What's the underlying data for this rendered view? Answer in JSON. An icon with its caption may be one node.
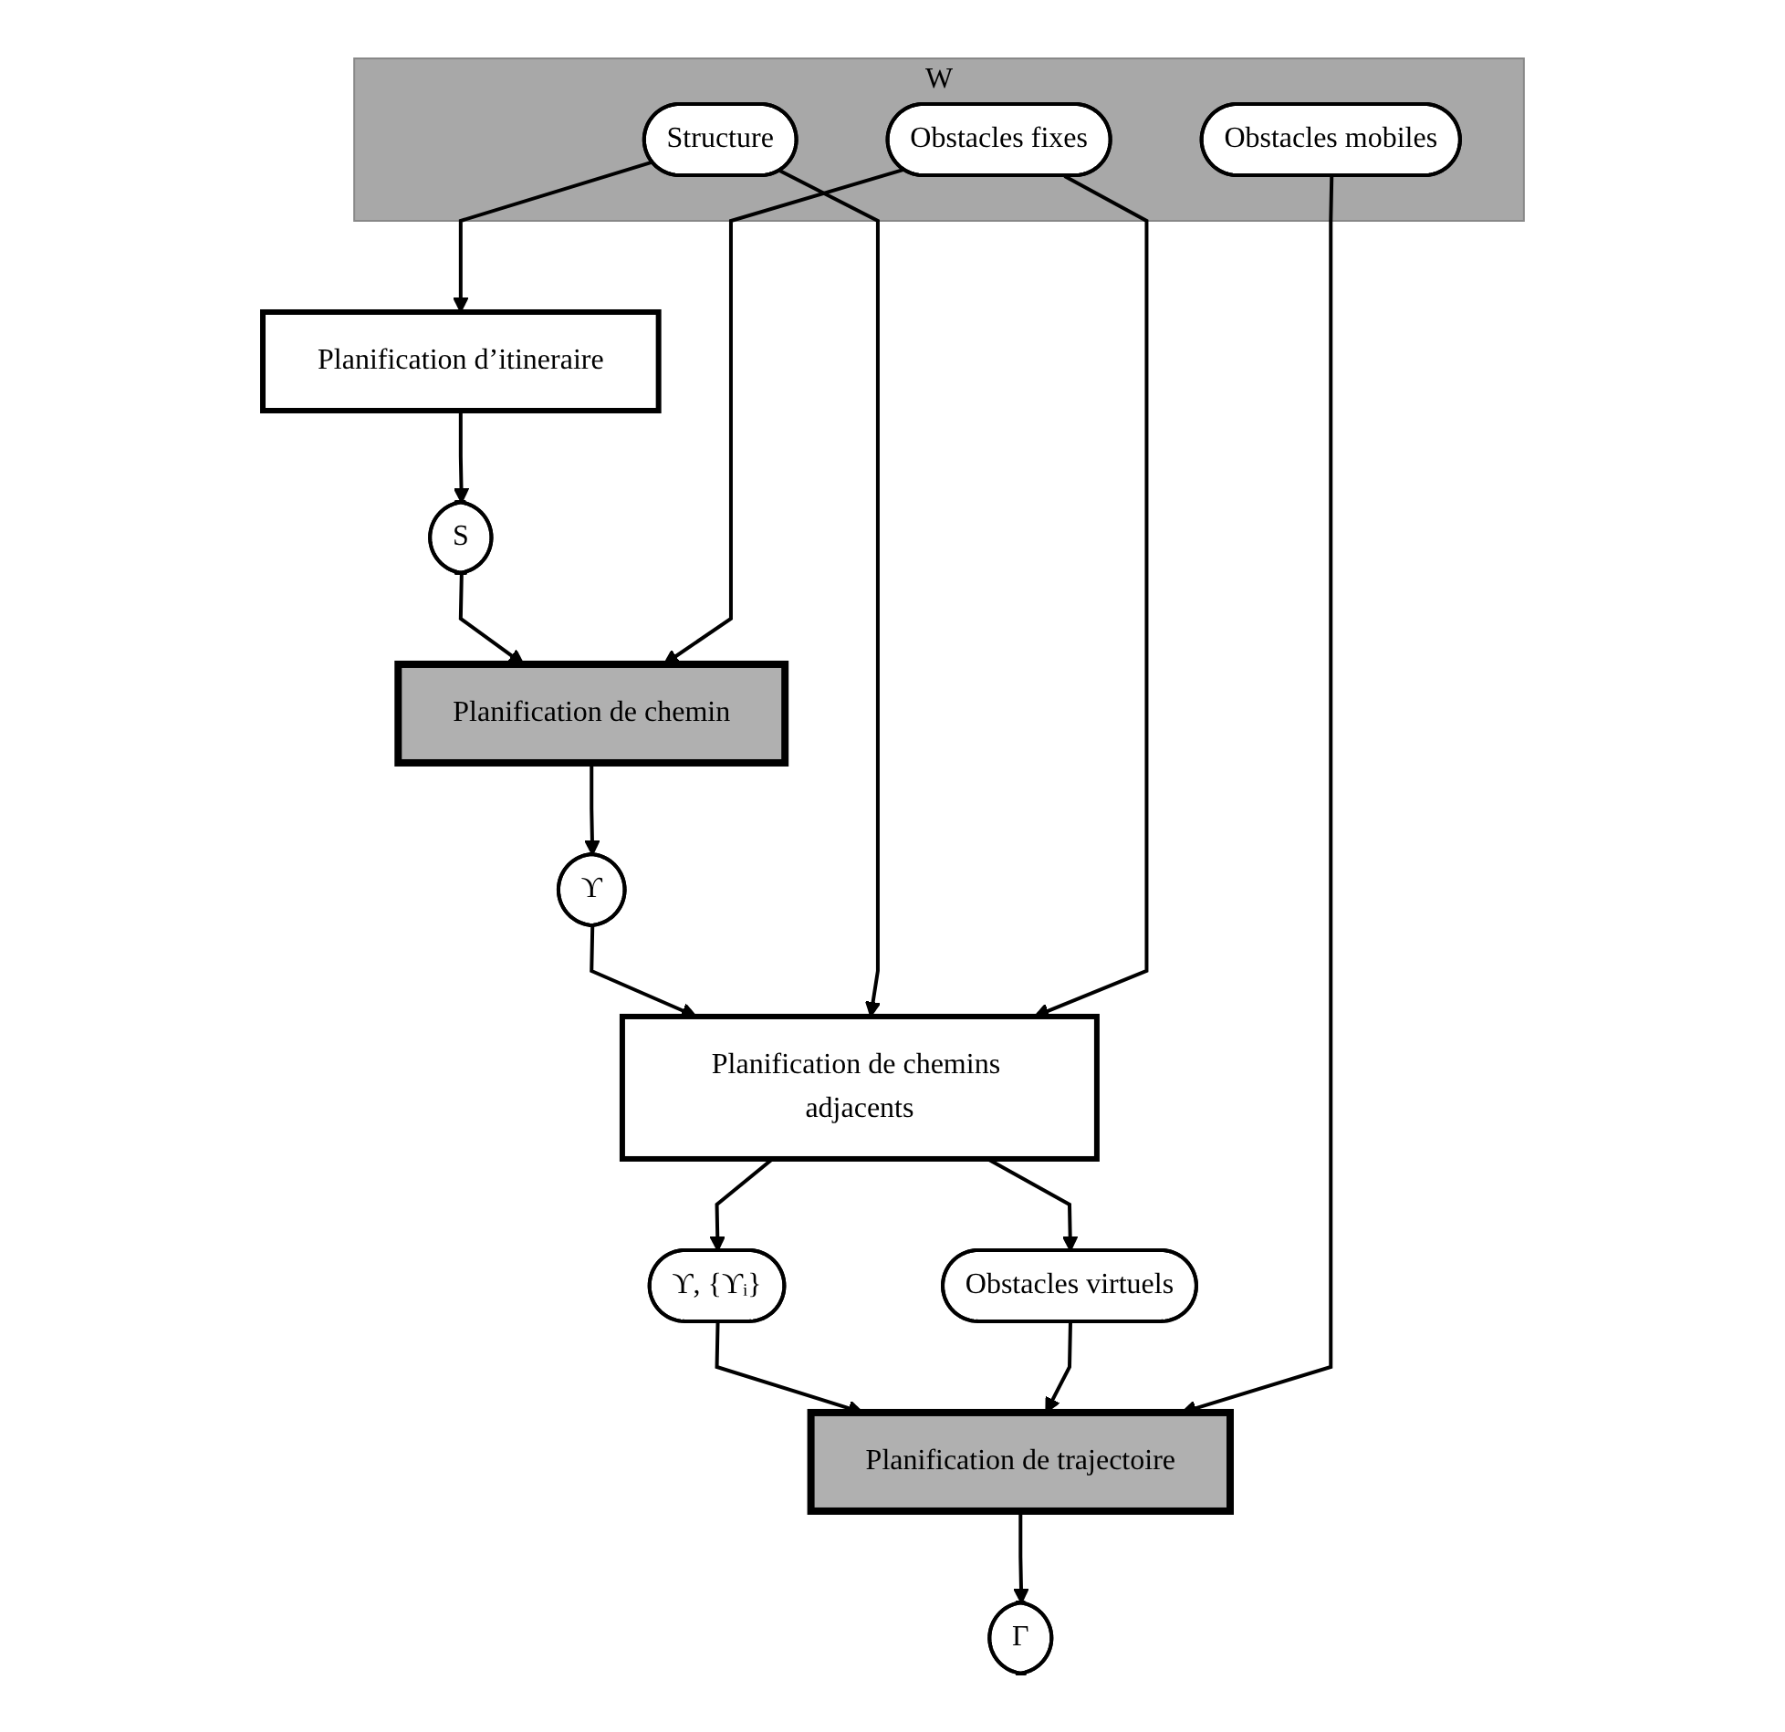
{
  "diagram": {
    "nodes": [
      {
        "text": [
          "Planification d’itineraire"
        ]
      },
      {
        "text": [
          "S"
        ]
      },
      {
        "text": [
          "Planification de chemin"
        ]
      },
      {
        "text": [
          "W"
        ]
      },
      {
        "text": [
          "Structure"
        ],
        "in": 3
      },
      {
        "text": [
          "Obstacles fixes"
        ],
        "in": 3
      },
      {
        "text": [
          "ϒ"
        ]
      },
      {
        "text": [
          "Planification de chemins adjacents"
        ]
      },
      {
        "text": [
          "Obstacles mobiles"
        ],
        "in": 3
      },
      {
        "text": [
          "ϒ, {ϒᵢ}"
        ]
      },
      {
        "text": [
          "Obstacles virtuels"
        ]
      },
      {
        "text": [
          "Planification de trajectoire"
        ]
      },
      {
        "text": [
          "Γ"
        ]
      }
    ],
    "edges": [
      {
        "from": 0,
        "to": 1,
        "arrow": "to"
      },
      {
        "from": 1,
        "to": 2,
        "arrow": "to"
      },
      {
        "from": 4,
        "to": 0,
        "arrow": "to"
      },
      {
        "from": 5,
        "to": 2,
        "arrow": "to"
      },
      {
        "from": 2,
        "to": 6,
        "arrow": "to"
      },
      {
        "from": 6,
        "to": 7,
        "arrow": "to"
      },
      {
        "from": 4,
        "to": 7,
        "arrow": "to"
      },
      {
        "from": 5,
        "to": 7,
        "arrow": "to"
      },
      {
        "from": 7,
        "to": 9,
        "arrow": "to"
      },
      {
        "from": 7,
        "to": 10,
        "arrow": "to"
      },
      {
        "from": 9,
        "to": 11,
        "arrow": "to"
      },
      {
        "from": 10,
        "to": 11,
        "arrow": "to"
      },
      {
        "from": 8,
        "to": 11,
        "arrow": "to"
      },
      {
        "from": 11,
        "to": 12,
        "arrow": "to"
      }
    ]
  }
}
